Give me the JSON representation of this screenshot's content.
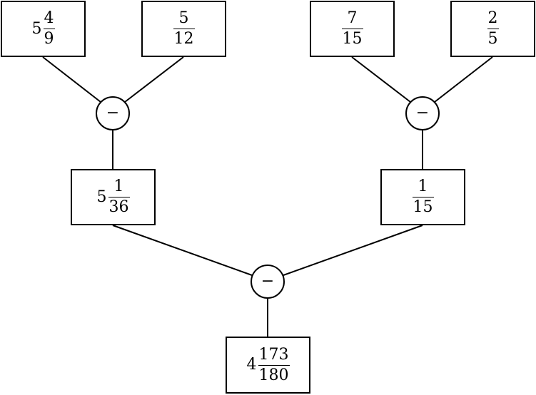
{
  "operator": "−",
  "nodes": {
    "leaf1": {
      "whole": "5",
      "numerator": "4",
      "denominator": "9"
    },
    "leaf2": {
      "whole": "",
      "numerator": "5",
      "denominator": "12"
    },
    "leaf3": {
      "whole": "",
      "numerator": "7",
      "denominator": "15"
    },
    "leaf4": {
      "whole": "",
      "numerator": "2",
      "denominator": "5"
    },
    "mid_left": {
      "whole": "5",
      "numerator": "1",
      "denominator": "36"
    },
    "mid_right": {
      "whole": "",
      "numerator": "1",
      "denominator": "15"
    },
    "result": {
      "whole": "4",
      "numerator": "173",
      "denominator": "180"
    }
  }
}
